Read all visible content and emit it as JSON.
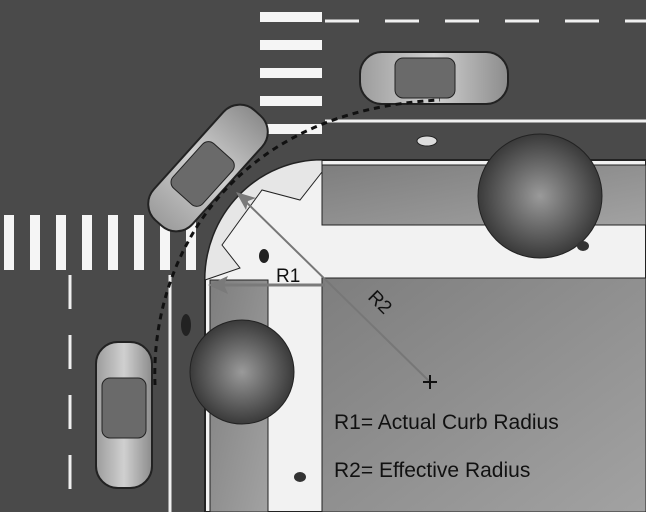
{
  "diagram": {
    "label_r1": "R1",
    "label_r2": "R2",
    "legend": [
      {
        "symbol": "R1",
        "text": "= Actual Curb Radius"
      },
      {
        "symbol": "R2",
        "text": "= Effective Radius"
      }
    ],
    "colors": {
      "road": "#4a4a4a",
      "sidewalk": "#f2f2f2",
      "block": "#8a8a8a",
      "arrow": "#7a7a7a"
    }
  }
}
